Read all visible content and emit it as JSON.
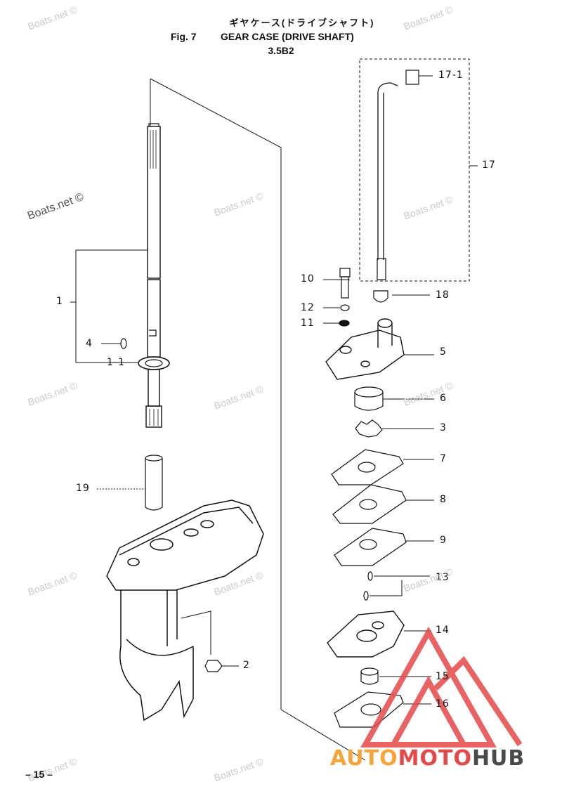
{
  "header": {
    "japanese_title": "ギヤケース(ドライブシャフト)",
    "fig_label": "Fig. 7",
    "title": "GEAR CASE (DRIVE SHAFT)",
    "model": "3.5B2"
  },
  "callouts": [
    {
      "id": "c-17-1",
      "label": "17-1"
    },
    {
      "id": "c-17",
      "label": "17"
    },
    {
      "id": "c-10",
      "label": "10"
    },
    {
      "id": "c-18",
      "label": "18"
    },
    {
      "id": "c-12",
      "label": "12"
    },
    {
      "id": "c-11",
      "label": "11"
    },
    {
      "id": "c-5",
      "label": "5"
    },
    {
      "id": "c-1",
      "label": "1"
    },
    {
      "id": "c-4",
      "label": "4"
    },
    {
      "id": "c-1-1",
      "label": "1-1"
    },
    {
      "id": "c-6",
      "label": "6"
    },
    {
      "id": "c-3",
      "label": "3"
    },
    {
      "id": "c-7",
      "label": "7"
    },
    {
      "id": "c-19",
      "label": "19"
    },
    {
      "id": "c-8",
      "label": "8"
    },
    {
      "id": "c-9",
      "label": "9"
    },
    {
      "id": "c-13",
      "label": "13"
    },
    {
      "id": "c-14",
      "label": "14"
    },
    {
      "id": "c-2",
      "label": "2"
    },
    {
      "id": "c-15",
      "label": "15"
    },
    {
      "id": "c-16",
      "label": "16"
    }
  ],
  "watermark_text": "Boats.net ©",
  "page_number": "– 15 –",
  "brand": {
    "part1": "AUTO",
    "part2": "MOTO",
    "part3": "HUB"
  },
  "colors": {
    "line": "#111111",
    "watermark": "#c9c9c9",
    "brand_orange": "#f5a53a",
    "brand_red": "#e54848",
    "brand_gray": "#4a4a4a"
  }
}
